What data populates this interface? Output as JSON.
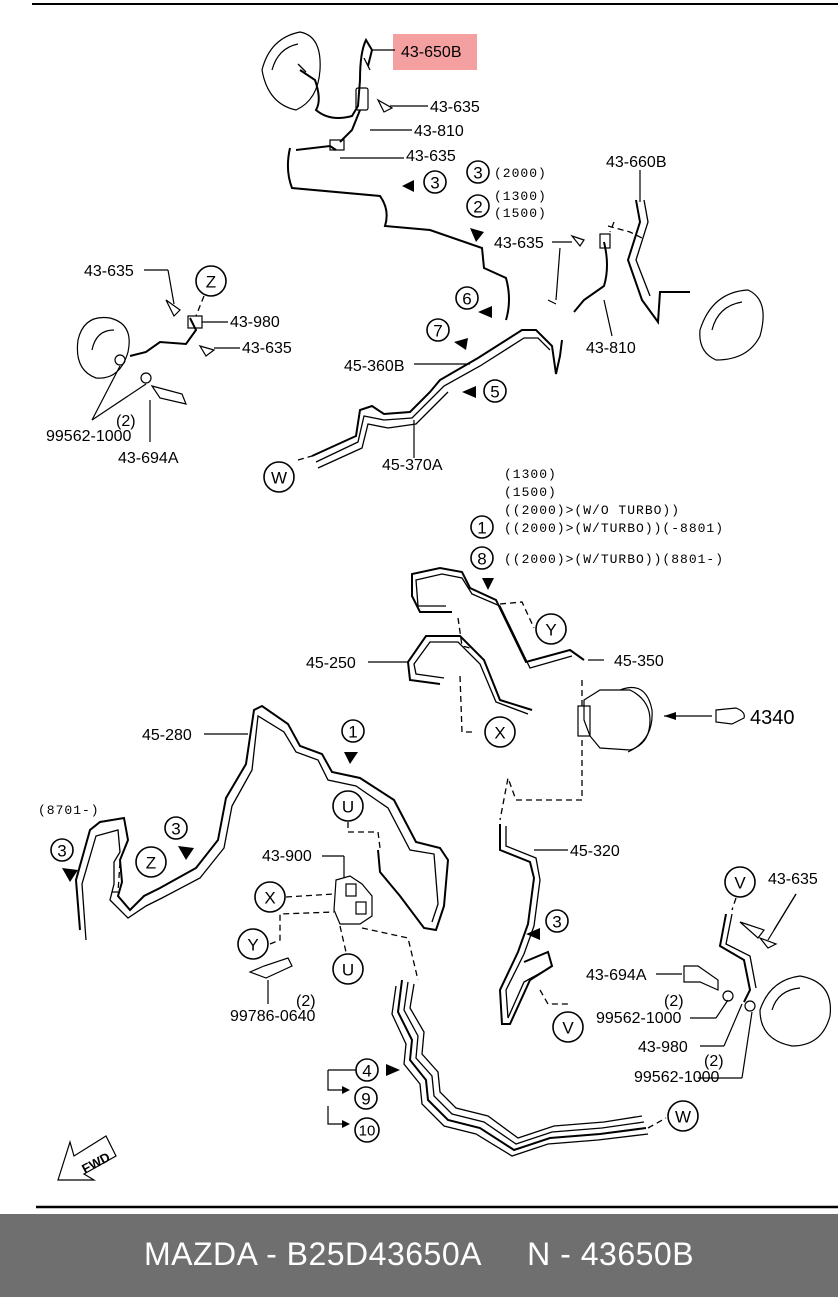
{
  "highlight_color": "#f5a0a0",
  "footer": {
    "text": "MAZDA - B25D43650A     N - 43650B",
    "background": "#6f6f6f"
  },
  "labels": {
    "p43650b": "43-650B",
    "p43635_a": "43-635",
    "p43810_a": "43-810",
    "p43635_b": "43-635",
    "p43660b": "43-660B",
    "p43635_c": "43-635",
    "p43810_b": "43-810",
    "p43635_d": "43-635",
    "p43980_a": "43-980",
    "p43635_e": "43-635",
    "p99562_a": "99562-1000",
    "p43694a_a": "43-694A",
    "p45360b": "45-360B",
    "p45370a": "45-370A",
    "p45250": "45-250",
    "p45350": "45-350",
    "p4340": "4340",
    "p45280": "45-280",
    "p43900": "43-900",
    "p99786": "99786-0640",
    "p45320": "45-320",
    "p43635_f": "43-635",
    "p43694a_b": "43-694A",
    "p99562_b": "99562-1000",
    "p43980_b": "43-980",
    "p99562_c": "99562-1000",
    "qty2_a": "(2)",
    "qty2_b": "(2)",
    "qty2_c": "(2)",
    "qty2_d": "(2)",
    "qty8701": "(8701-)"
  },
  "variants": {
    "v3": "(2000)",
    "v2a": "(1300)",
    "v2b": "(1500)",
    "g1": "(1300)",
    "g2": "(1500)",
    "g3": "((2000)>(W/O TURBO))",
    "g4": "((2000)>(W/TURBO))(-8801)",
    "g5": "((2000)>(W/TURBO))(8801-)"
  },
  "callouts": {
    "c3": "3",
    "c2": "2",
    "c1": "1",
    "c8": "8",
    "c6": "6",
    "c7": "7",
    "c5": "5",
    "c4": "4",
    "c9": "9",
    "c10": "10",
    "Z": "Z",
    "W": "W",
    "Y": "Y",
    "X": "X",
    "U": "U",
    "V": "V"
  },
  "fwd": "FWD"
}
